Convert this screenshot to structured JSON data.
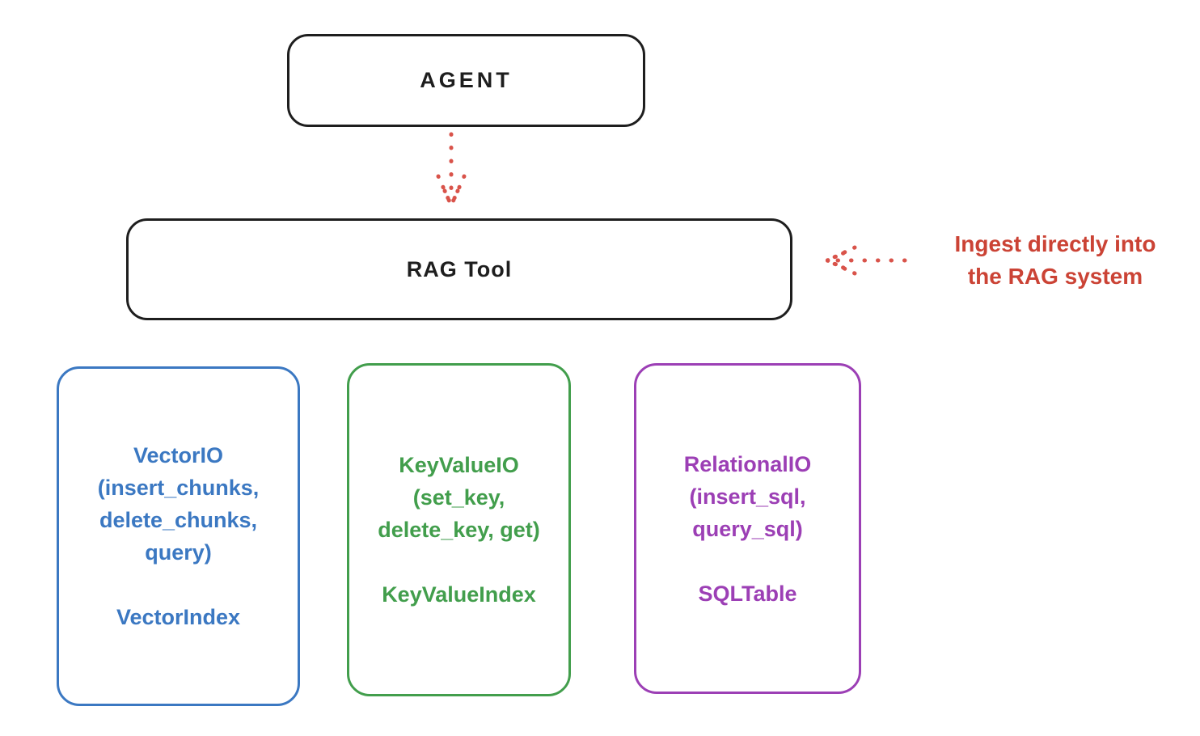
{
  "diagram": {
    "agent": {
      "label": "AGENT"
    },
    "rag_tool": {
      "label": "RAG Tool"
    },
    "annotation": {
      "text": "Ingest directly into\nthe RAG system"
    },
    "boxes": {
      "vector": {
        "io": "VectorIO\n(insert_chunks,\ndelete_chunks,\nquery)",
        "index": "VectorIndex",
        "color": "#3b78c2"
      },
      "keyvalue": {
        "io": "KeyValueIO\n(set_key,\ndelete_key, get)",
        "index": "KeyValueIndex",
        "color": "#429e4c"
      },
      "relational": {
        "io": "RelationalIO\n(insert_sql,\nquery_sql)",
        "index": "SQLTable",
        "color": "#9c3fb5"
      }
    },
    "colors": {
      "stroke": "#1e1e1e",
      "red": "#cb4335",
      "blue": "#3b78c2",
      "green": "#429e4c",
      "purple": "#9c3fb5"
    }
  }
}
